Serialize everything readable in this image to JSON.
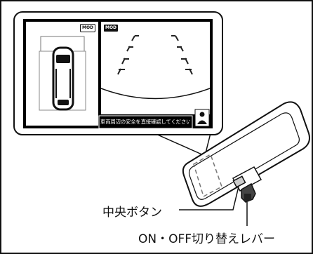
{
  "screen": {
    "left_badge": "MOD",
    "right_badge": "MOD",
    "warning_message": "車両周辺の安全を直接確認してください"
  },
  "callouts": {
    "center_button": "中央ボタン",
    "onoff_lever": "ON・OFF切り替えレバー"
  },
  "colors": {
    "outline": "#111111",
    "screen_bg": "#ffffff",
    "mirror_fill": "#ffffff",
    "guide_lines": "#222222"
  }
}
